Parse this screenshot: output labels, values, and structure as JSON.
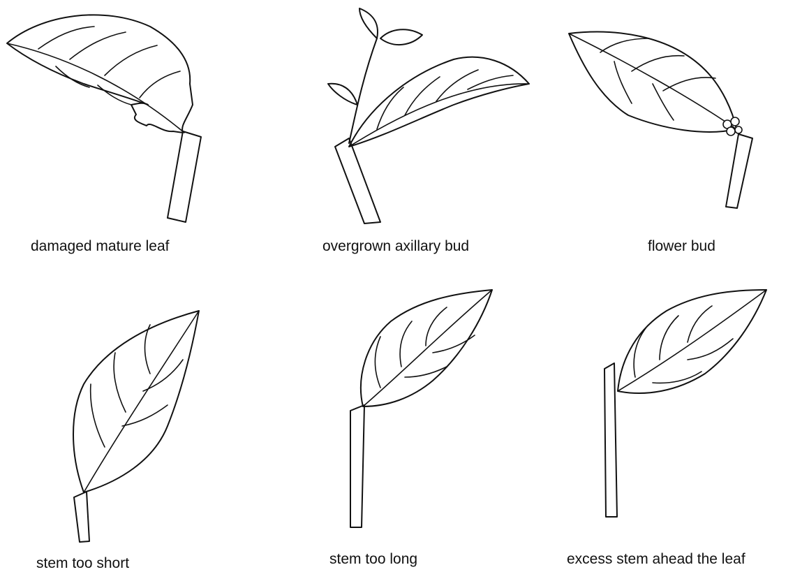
{
  "panels": [
    {
      "caption": "damaged mature leaf"
    },
    {
      "caption": "overgrown axillary bud"
    },
    {
      "caption": "flower bud"
    },
    {
      "caption": "stem too short"
    },
    {
      "caption": "stem too long"
    },
    {
      "caption": "excess stem ahead the leaf"
    }
  ]
}
